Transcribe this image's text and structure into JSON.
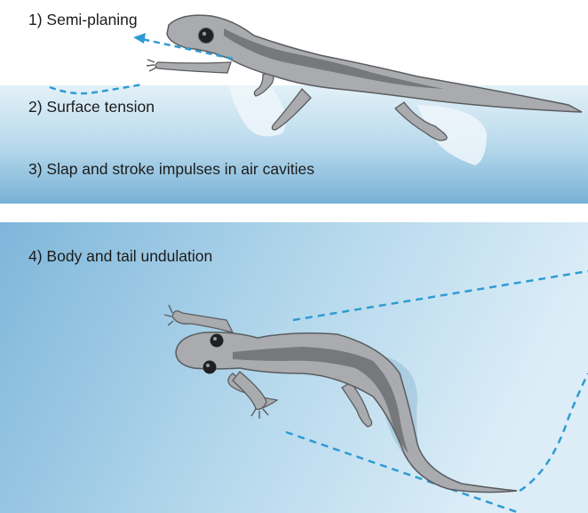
{
  "labels": {
    "semi_planing": "1) Semi-planing",
    "surface_tension": "2) Surface tension",
    "slap_stroke": "3) Slap and stroke impulses in air cavities",
    "undulation": "4) Body and tail undulation"
  },
  "colors": {
    "water_light": "#d9ecf6",
    "water_mid": "#a8cfe6",
    "water_deep": "#6fa7cf",
    "dash_line": "#2f9bd3",
    "body_fill": "#a9abae",
    "body_stroke": "#5a5c5f",
    "stripe": "#6d6f72",
    "air_cavity": "#eef6fa"
  },
  "icons": [
    "salamander-top-icon",
    "salamander-bottom-icon"
  ]
}
